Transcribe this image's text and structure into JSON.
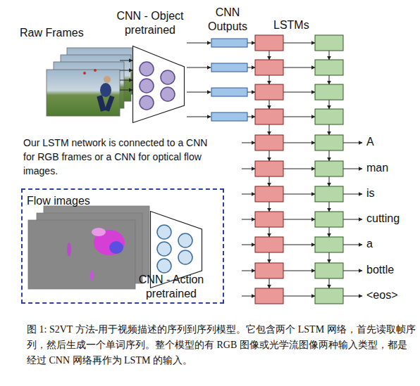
{
  "diagram": {
    "caption": "图 1: S2VT 方法-用于视频描述的序列到序列模型。它包含两个 LSTM 网络，首先读取帧序列，然后生成一个单词序列。整个模型的有 RGB 图像或光学流图像两种输入类型，都是经过 CNN 网络再作为 LSTM 的输入。",
    "nodes": [
      {
        "text": [
          "CNN - Object pretrained"
        ]
      },
      {
        "text": [
          "Flow images"
        ]
      },
      {
        "text": [
          "CNN - Action pretrained"
        ],
        "in": 1
      }
    ],
    "labels": [
      "Raw Frames",
      "CNN Outputs",
      "LSTMs",
      "Our LSTM network is connected to a CNN for RGB frames or a CNN for optical flow images.",
      "A",
      "man",
      "is",
      "cutting",
      "a",
      "bottle",
      "<eos>"
    ]
  }
}
